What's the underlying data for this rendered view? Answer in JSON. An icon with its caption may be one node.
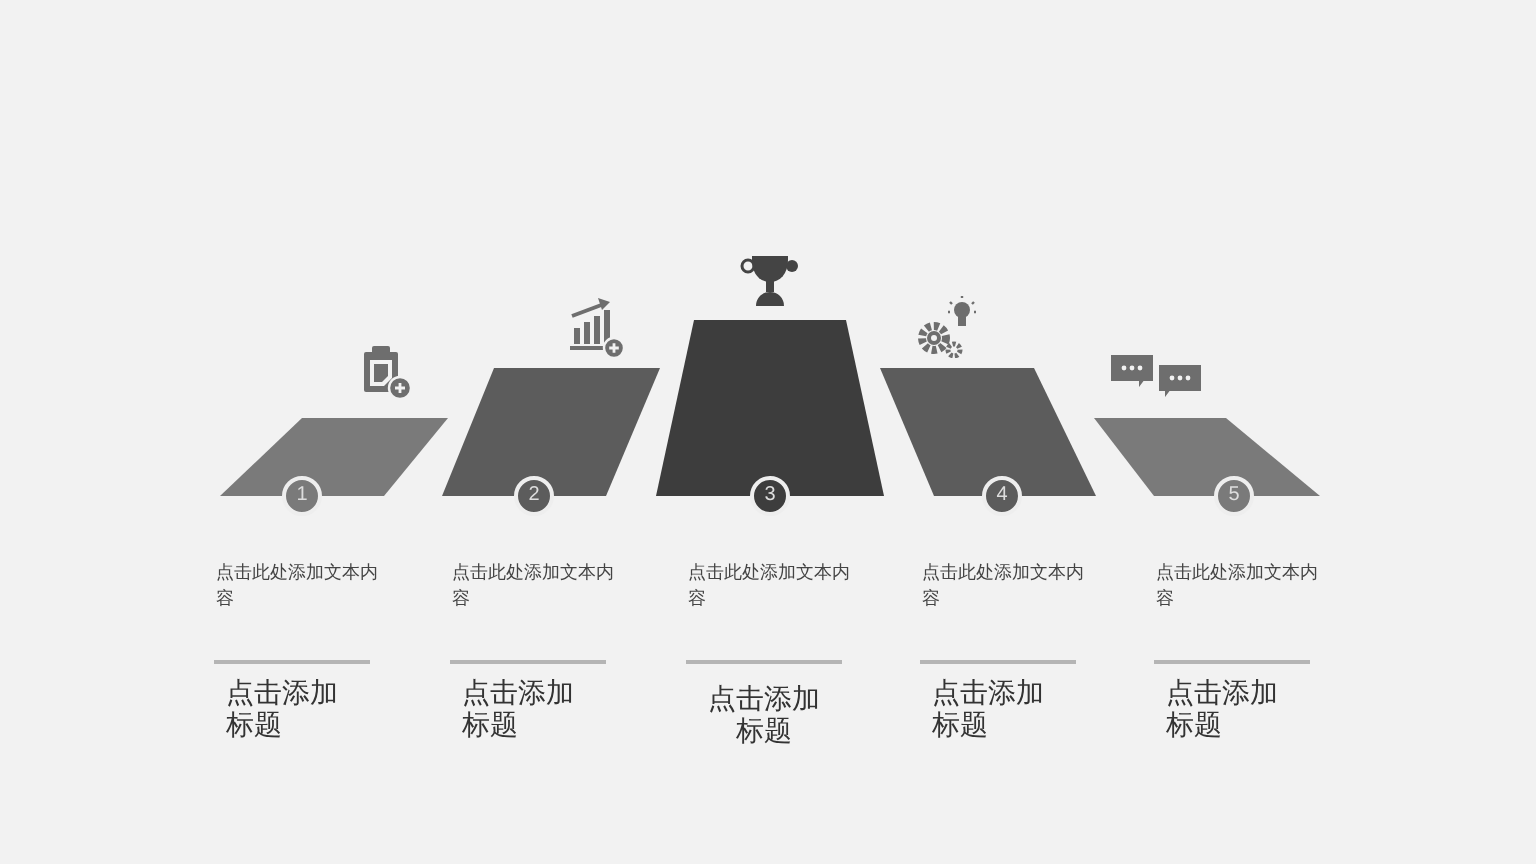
{
  "diagram": {
    "nodes": [
      {
        "text": [],
        "shape": "trapezoid"
      },
      {
        "text": [
          "1"
        ]
      },
      {
        "text": [],
        "shape": "trapezoid"
      },
      {
        "text": [
          "2"
        ]
      },
      {
        "text": [],
        "shape": "trapezoid"
      },
      {
        "text": [
          "3"
        ]
      },
      {
        "text": [],
        "shape": "trapezoid"
      },
      {
        "text": [
          "4"
        ]
      },
      {
        "text": [],
        "shape": "trapezoid"
      },
      {
        "text": [
          "5"
        ]
      }
    ],
    "labels": [
      "点击此处添加文本内容",
      "点击此处添加文本内容",
      "点击此处添加文本内容",
      "点击此处添加文本内容",
      "点击此处添加文本内容",
      "点击添加标题",
      "点击添加标题",
      "点击添加标题",
      "点击添加标题",
      "点击添加标题"
    ]
  }
}
